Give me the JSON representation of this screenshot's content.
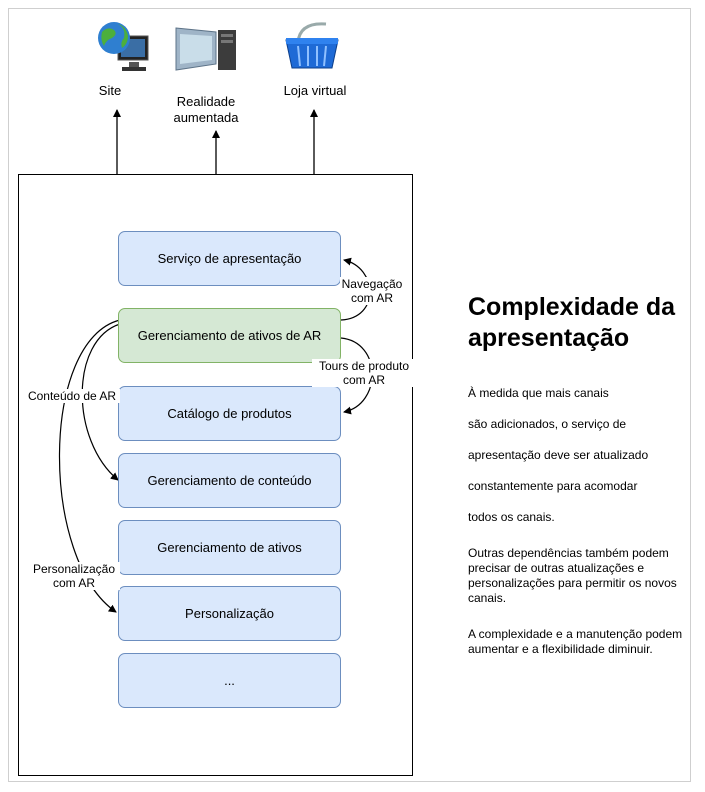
{
  "channels": [
    {
      "label": "Site",
      "icon": "globe-monitor-icon"
    },
    {
      "label": "Realidade aumentada",
      "icon": "ar-display-icon"
    },
    {
      "label": "Loja virtual",
      "icon": "shopping-basket-icon"
    }
  ],
  "blocks": [
    "Serviço de apresentação",
    "Gerenciamento de ativos de AR",
    "Catálogo de produtos",
    "Gerenciamento de conteúdo",
    "Gerenciamento de ativos",
    "Personalização",
    "..."
  ],
  "edge_labels": {
    "nav": "Navegação com AR",
    "tours": "Tours de produto com AR",
    "content": "Conteúdo de AR",
    "personalization": "Personalização com AR"
  },
  "side_panel": {
    "heading": "Complexidade da apresentação",
    "intro_lines": [
      "À medida que mais canais",
      "são adicionados, o serviço de",
      "apresentação deve ser atualizado",
      "constantemente para acomodar",
      "todos os canais."
    ],
    "paragraph2": "Outras dependências também podem precisar de outras atualizações e personalizações para permitir os novos canais.",
    "paragraph3": "A complexidade e a manutenção podem aumentar e a flexibilidade diminuir."
  },
  "colors": {
    "block_fill": "#dae8fc",
    "block_border": "#6c8ebf",
    "highlight_fill": "#d5e8d4",
    "highlight_border": "#82b366"
  }
}
